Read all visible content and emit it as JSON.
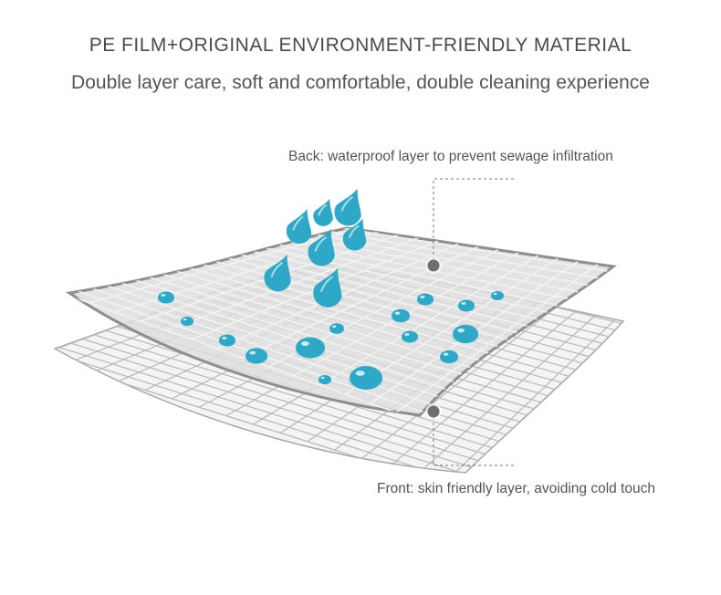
{
  "header": {
    "title": "PE FILM+ORIGINAL ENVIRONMENT-FRIENDLY MATERIAL",
    "subtitle": "Double layer care, soft and comfortable, double cleaning experience"
  },
  "callouts": {
    "back": "Back: waterproof layer to prevent sewage infiltration",
    "front": "Front: skin friendly layer, avoiding cold touch"
  },
  "colors": {
    "water": "#2fa8c8",
    "film_fill": "#d9d9d9",
    "film_edge": "#8e8e8e",
    "grid_line": "#a8a8a8",
    "leader_dot": "#6f6f6f"
  }
}
